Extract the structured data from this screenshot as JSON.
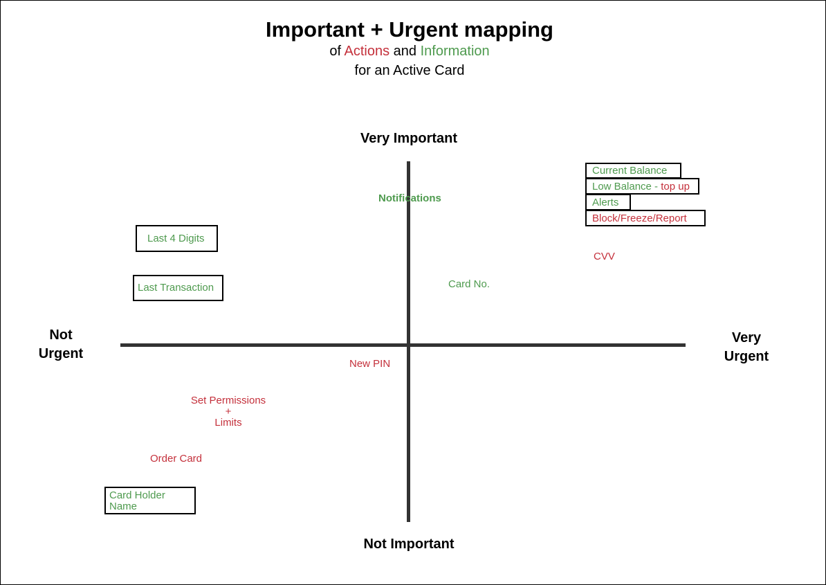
{
  "title": {
    "line1": "Important + Urgent mapping",
    "line2_prefix": "of ",
    "line2_actions": "Actions",
    "line2_and": " and ",
    "line2_information": "Information",
    "line3": "for an Active Card"
  },
  "axes": {
    "top": "Very Important",
    "bottom": "Not Important",
    "left_line1": "Not",
    "left_line2": "Urgent",
    "right_line1": "Very",
    "right_line2": "Urgent"
  },
  "colors": {
    "action": "#c4303b",
    "information": "#4e9a4e",
    "axis": "#333333"
  },
  "items": {
    "current_balance": "Current Balance",
    "low_balance_info": "Low Balance - ",
    "low_balance_action": "top up",
    "alerts": "Alerts",
    "block_freeze_report": "Block/Freeze/Report",
    "notifications": "Notifications",
    "cvv": "CVV",
    "card_no": "Card No.",
    "last_4_digits": "Last 4 Digits",
    "last_transaction": "Last Transaction",
    "new_pin": "New PIN",
    "set_permissions_line1": "Set Permissions",
    "set_permissions_line2": "+",
    "set_permissions_line3": "Limits",
    "order_card": "Order Card",
    "card_holder_line1": "Card Holder",
    "card_holder_line2": "Name"
  }
}
